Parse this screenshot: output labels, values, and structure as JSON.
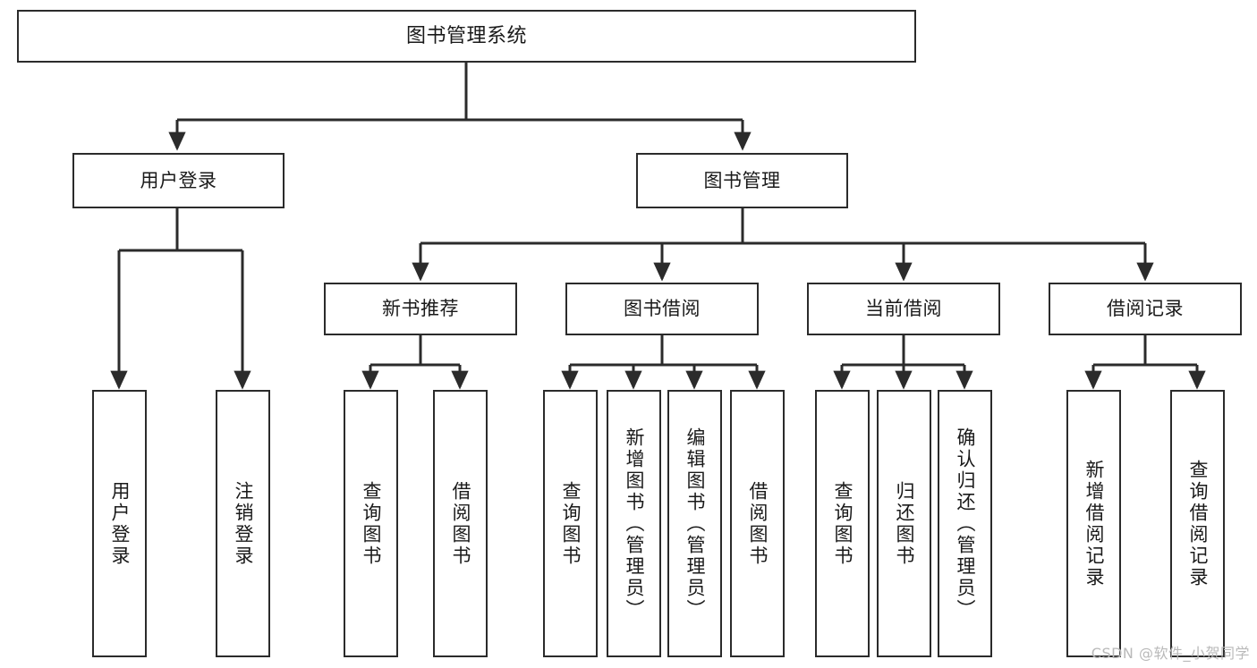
{
  "diagram": {
    "type": "tree-hierarchy",
    "title": "图书管理系统",
    "orientation": "top-down",
    "colors": {
      "stroke": "#2b2b2b",
      "fill": "#ffffff",
      "text": "#1a1a1a",
      "watermark": "#b9b9b9"
    },
    "nodes": {
      "root": {
        "label": "图书管理系统"
      },
      "level2": [
        {
          "id": "user-login",
          "label": "用户登录"
        },
        {
          "id": "book-manage",
          "label": "图书管理"
        }
      ],
      "level3": [
        {
          "id": "new-book-recommend",
          "label": "新书推荐"
        },
        {
          "id": "book-borrow",
          "label": "图书借阅"
        },
        {
          "id": "current-borrow",
          "label": "当前借阅"
        },
        {
          "id": "borrow-record",
          "label": "借阅记录"
        }
      ],
      "leaves": {
        "user-login": [
          {
            "id": "leaf-user-login",
            "label": "用户登录"
          },
          {
            "id": "leaf-logout-login",
            "label": "注销登录"
          }
        ],
        "new-book-recommend": [
          {
            "id": "leaf-query-book-1",
            "label": "查询图书"
          },
          {
            "id": "leaf-borrow-book-1",
            "label": "借阅图书"
          }
        ],
        "book-borrow": [
          {
            "id": "leaf-query-book-2",
            "label": "查询图书"
          },
          {
            "id": "leaf-add-book",
            "label": "新增图书（管理员）"
          },
          {
            "id": "leaf-edit-book",
            "label": "编辑图书（管理员）"
          },
          {
            "id": "leaf-borrow-book-2",
            "label": "借阅图书"
          }
        ],
        "current-borrow": [
          {
            "id": "leaf-query-book-3",
            "label": "查询图书"
          },
          {
            "id": "leaf-return-book",
            "label": "归还图书"
          },
          {
            "id": "leaf-confirm-return",
            "label": "确认归还（管理员）"
          }
        ],
        "borrow-record": [
          {
            "id": "leaf-add-record",
            "label": "新增借阅记录"
          },
          {
            "id": "leaf-query-record",
            "label": "查询借阅记录"
          }
        ]
      }
    },
    "watermark": "CSDN @软件_小贺同学"
  }
}
